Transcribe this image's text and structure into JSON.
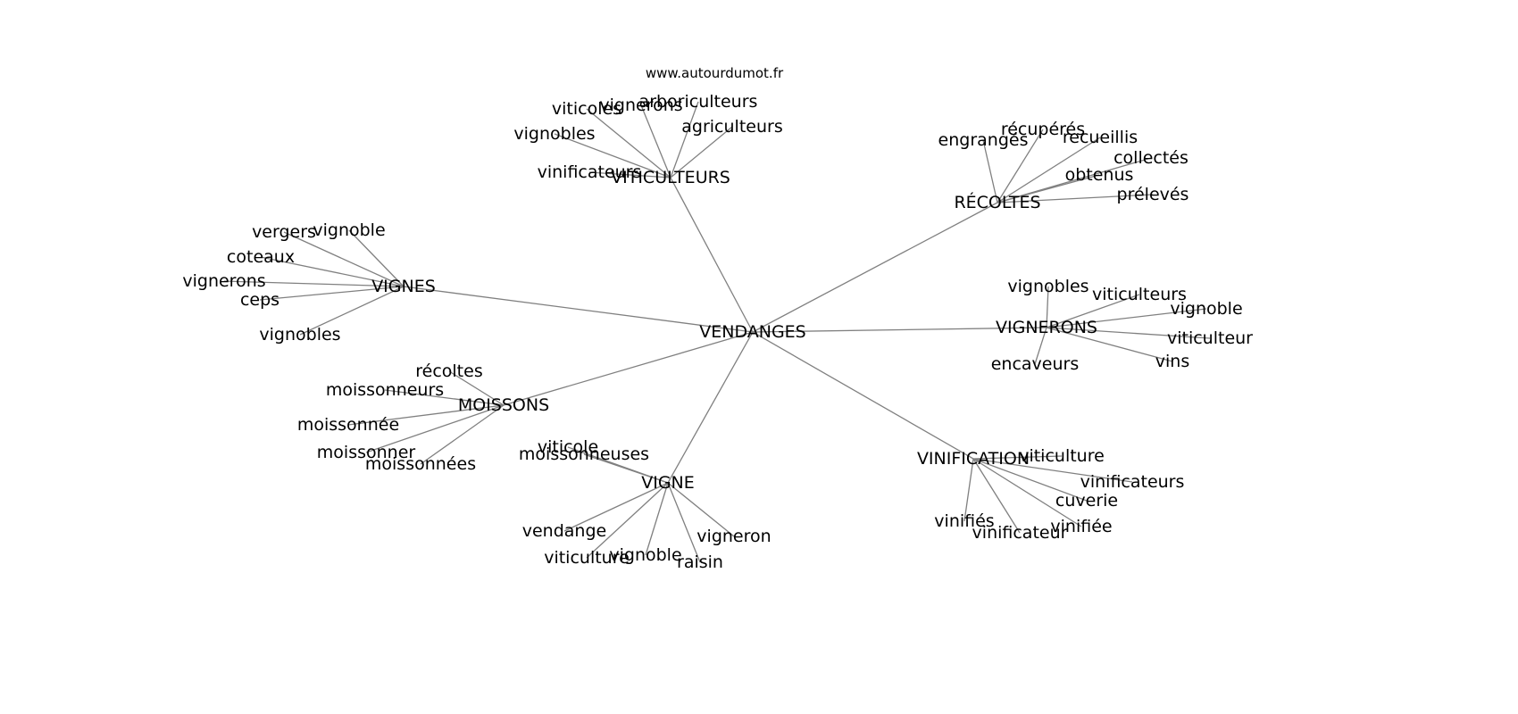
{
  "source": "www.autourdumot.fr",
  "center": "VENDANGES",
  "clusters": [
    {
      "label": "VITICULTEURS",
      "words": [
        "viticoles",
        "vignerons",
        "arboriculteurs",
        "agriculteurs",
        "vignobles",
        "vinificateurs"
      ]
    },
    {
      "label": "RÉCOLTES",
      "words": [
        "engrangés",
        "récupérés",
        "recueillis",
        "collectés",
        "obtenus",
        "prélevés"
      ]
    },
    {
      "label": "VIGNES",
      "words": [
        "vergers",
        "vignoble",
        "coteaux",
        "vignerons",
        "ceps",
        "vignobles"
      ]
    },
    {
      "label": "VIGNERONS",
      "words": [
        "vignobles",
        "viticulteurs",
        "vignoble",
        "viticulteur",
        "vins",
        "encaveurs"
      ]
    },
    {
      "label": "MOISSONS",
      "words": [
        "récoltes",
        "moissonneurs",
        "moissonnée",
        "moissonner",
        "moissonnées"
      ]
    },
    {
      "label": "VIGNE",
      "words": [
        "viticole",
        "moissonneuses",
        "vendange",
        "viticulture",
        "vignoble",
        "raisin",
        "vigneron"
      ]
    },
    {
      "label": "VINIFICATION",
      "words": [
        "viticulture",
        "vinificateurs",
        "cuverie",
        "vinifiée",
        "vinifiés",
        "vinificateur"
      ]
    }
  ]
}
